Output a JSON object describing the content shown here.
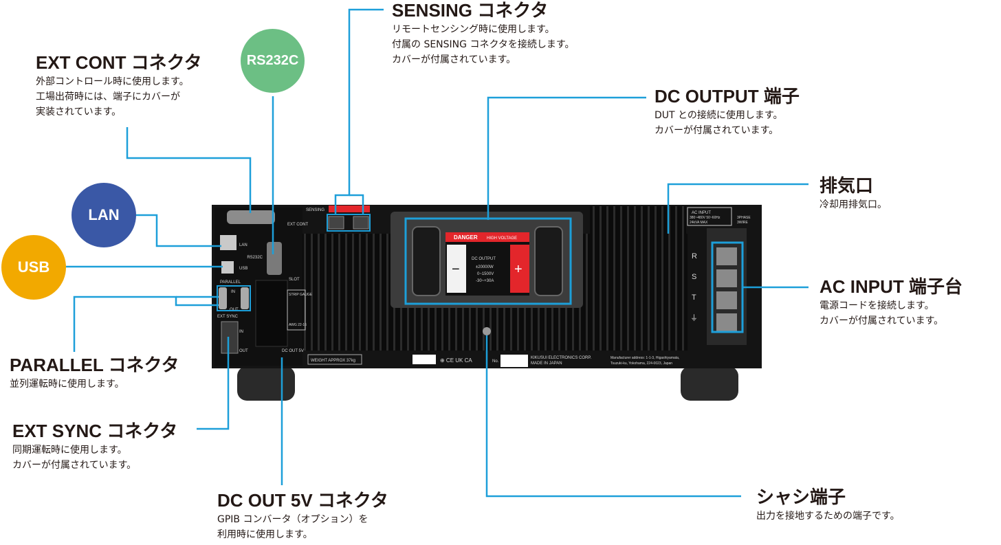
{
  "callouts": {
    "sensing": {
      "title": "SENSING コネクタ",
      "lines": [
        "リモートセンシング時に使用します。",
        "付属の SENSING コネクタを接続します。",
        "カバーが付属されています。"
      ]
    },
    "ext_cont": {
      "title": "EXT CONT コネクタ",
      "lines": [
        "外部コントロール時に使用します。",
        "工場出荷時には、端子にカバーが",
        "実装されています。"
      ]
    },
    "dc_output": {
      "title": "DC OUTPUT 端子",
      "lines": [
        "DUT との接続に使用します。",
        "カバーが付属されています。"
      ]
    },
    "exhaust": {
      "title": "排気口",
      "lines": [
        "冷却用排気口。"
      ]
    },
    "ac_input": {
      "title": "AC INPUT 端子台",
      "lines": [
        "電源コードを接続します。",
        "カバーが付属されています。"
      ]
    },
    "parallel": {
      "title": "PARALLEL コネクタ",
      "lines": [
        "並列運転時に使用します。"
      ]
    },
    "ext_sync": {
      "title": "EXT SYNC コネクタ",
      "lines": [
        "同期運転時に使用します。",
        "カバーが付属されています。"
      ]
    },
    "dc_out_5v": {
      "title": "DC OUT 5V コネクタ",
      "lines": [
        "GPIB コンバータ（オプション）を",
        "利用時に使用します。"
      ]
    },
    "chassis": {
      "title": "シャシ端子",
      "lines": [
        "出力を接地するための端子です。"
      ]
    }
  },
  "bubbles": {
    "rs232c": {
      "label": "RS232C",
      "color": "#6cbf84"
    },
    "lan": {
      "label": "LAN",
      "color": "#3a58a6"
    },
    "usb": {
      "label": "USB",
      "color": "#f2a900"
    }
  },
  "device": {
    "sensing_label": "SENSING",
    "ext_cont_label": "EXT CONT",
    "lan_label": "LAN",
    "usb_label": "USB",
    "rs232c_label": "RS232C",
    "slot_label": "SLOT",
    "parallel_label": "PARALLEL",
    "in_label": "IN",
    "out_label": "OUT",
    "ext_sync_label": "EXT SYNC",
    "strip_gauge": "STRIP GAUGE",
    "awg": "AWG 22-16",
    "dc_out_5v_label": "DC OUT 5V",
    "weight": "WEIGHT APPROX 37kg",
    "danger": "DANGER",
    "high_voltage": "HIGH VOLTAGE",
    "dc_output_title": "DC OUTPUT",
    "dc_output_spec1": "±20000W",
    "dc_output_spec2": "0~1500V",
    "dc_output_spec3": "-30~+30A",
    "minus": "−",
    "plus": "+",
    "ac_input_title": "AC INPUT",
    "ac_input_spec1": "380~480V 50~60Hz",
    "ac_input_spec2": "24kVA MAX",
    "phase": "3PHASE",
    "wire": "3WIRE",
    "phase_r": "R",
    "phase_s": "S",
    "phase_t": "T",
    "ground": "⏚",
    "maker1": "KIKUSUI ELECTRONICS CORP.",
    "maker2": "MADE IN JAPAN",
    "address1": "Manufacturer address: 1-1-3, Higashiyamata,",
    "address2": "Tsuzuki-ku, Yokohama, 224-0023, Japan",
    "cert_marks": "⊕ CE UK CA",
    "no_label": "No."
  },
  "colors": {
    "leader": "#1d9fd9",
    "device_body": "#141414",
    "danger_red": "#e3262b"
  }
}
